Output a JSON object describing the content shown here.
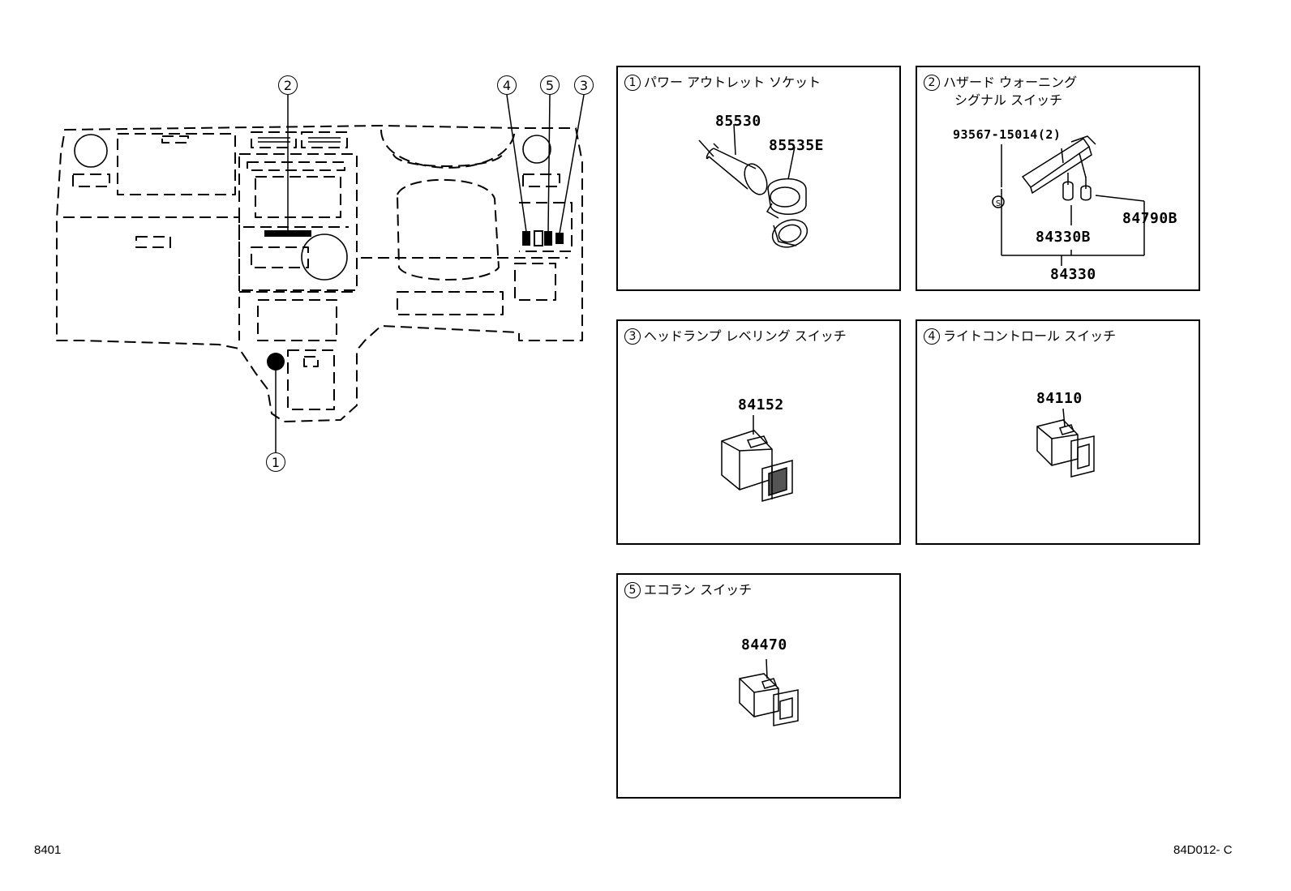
{
  "overview": {
    "callouts": [
      {
        "num": "1",
        "label": "power-outlet"
      },
      {
        "num": "2",
        "label": "hazard-switch"
      },
      {
        "num": "3",
        "label": "headlamp-leveling"
      },
      {
        "num": "4",
        "label": "light-control"
      },
      {
        "num": "5",
        "label": "eco-run"
      }
    ]
  },
  "panels": [
    {
      "num": "1",
      "title_lines": [
        "パワー アウトレット ソケット"
      ],
      "parts": [
        "85530",
        "85535E"
      ]
    },
    {
      "num": "2",
      "title_lines": [
        "ハザード ウォーニング",
        "シグナル スイッチ"
      ],
      "parts": [
        "93567-15014(2)",
        "84790B",
        "84330B",
        "84330"
      ]
    },
    {
      "num": "3",
      "title_lines": [
        "ヘッドランプ レベリング スイッチ"
      ],
      "parts": [
        "84152"
      ]
    },
    {
      "num": "4",
      "title_lines": [
        "ライトコントロール スイッチ"
      ],
      "parts": [
        "84110"
      ]
    },
    {
      "num": "5",
      "title_lines": [
        "エコラン スイッチ"
      ],
      "parts": [
        "84470"
      ]
    }
  ],
  "screw_symbol": "S",
  "footer": {
    "left": "8401",
    "right": "84D012- C"
  }
}
